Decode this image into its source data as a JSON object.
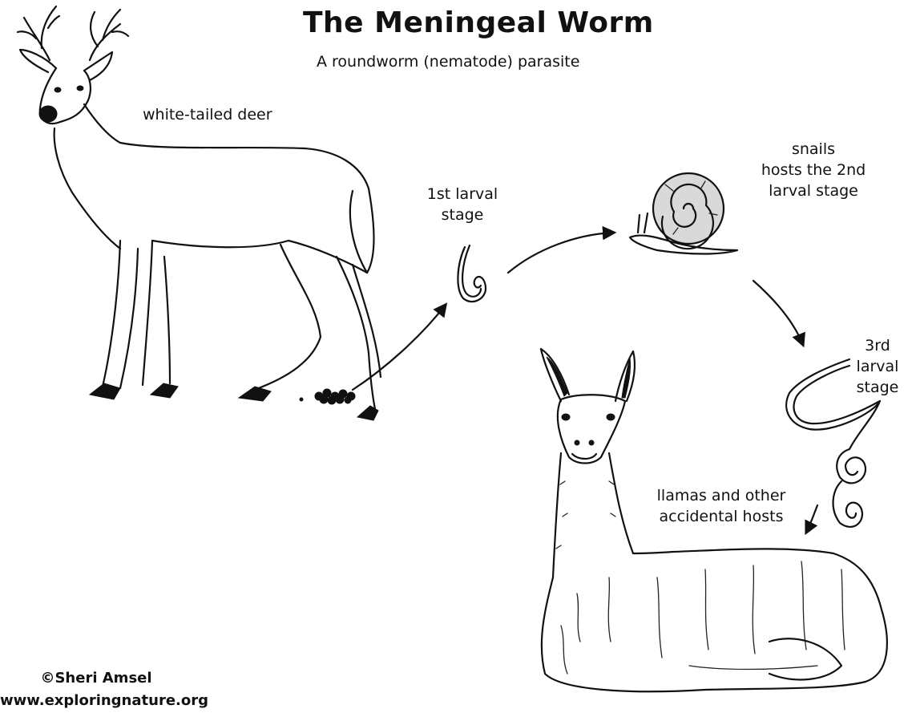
{
  "diagram": {
    "title": "The Meningeal Worm",
    "subtitle": "A roundworm (nematode) parasite",
    "labels": {
      "deer": "white-tailed deer",
      "first_larval": [
        "1st larval",
        "stage"
      ],
      "snails": [
        "snails",
        "hosts the 2nd",
        "larval stage"
      ],
      "third_larval": [
        "3rd",
        "larval",
        "stage"
      ],
      "llamas": [
        "llamas and other",
        "accidental hosts"
      ]
    },
    "credit": {
      "author": "©Sheri Amsel",
      "website": "www.exploringnature.org"
    }
  },
  "colors": {
    "ink": "#111111",
    "background": "#ffffff"
  },
  "icons": [
    "deer-illustration",
    "snail-illustration",
    "llama-illustration",
    "larva-icon",
    "arrow-icon"
  ]
}
